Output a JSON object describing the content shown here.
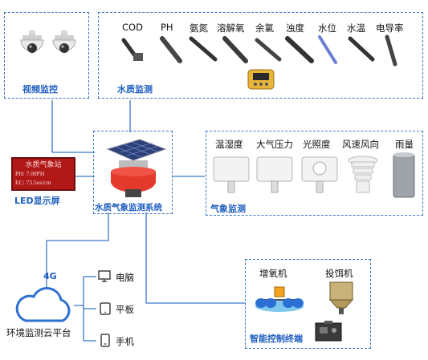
{
  "video": {
    "title": "视频监控"
  },
  "water": {
    "title": "水质监测",
    "sensors": [
      "COD",
      "PH",
      "氨氮",
      "溶解氧",
      "余氯",
      "浊度",
      "水位",
      "水温",
      "电导率"
    ]
  },
  "weather": {
    "title": "气象监测",
    "sensors": [
      "温湿度",
      "大气压力",
      "光照度",
      "风速风向",
      "雨量"
    ]
  },
  "center": {
    "title": "水质气象监测系统"
  },
  "led": {
    "title": "LED显示屏",
    "lines": [
      "水质气象站",
      "PH: 7.00PH",
      "EC: 73.5us/cm"
    ]
  },
  "network": {
    "label": "4G"
  },
  "cloud": {
    "title": "环境监测云平台"
  },
  "devices": {
    "items": [
      "电脑",
      "平板",
      "手机"
    ]
  },
  "control": {
    "title": "智能控制终端",
    "items": [
      "增氧机",
      "投饵机"
    ]
  },
  "colors": {
    "line": "#3a78c9",
    "label": "#1f5fbf",
    "led_bg": "#b01818",
    "led_text": "#ffd7d7"
  }
}
